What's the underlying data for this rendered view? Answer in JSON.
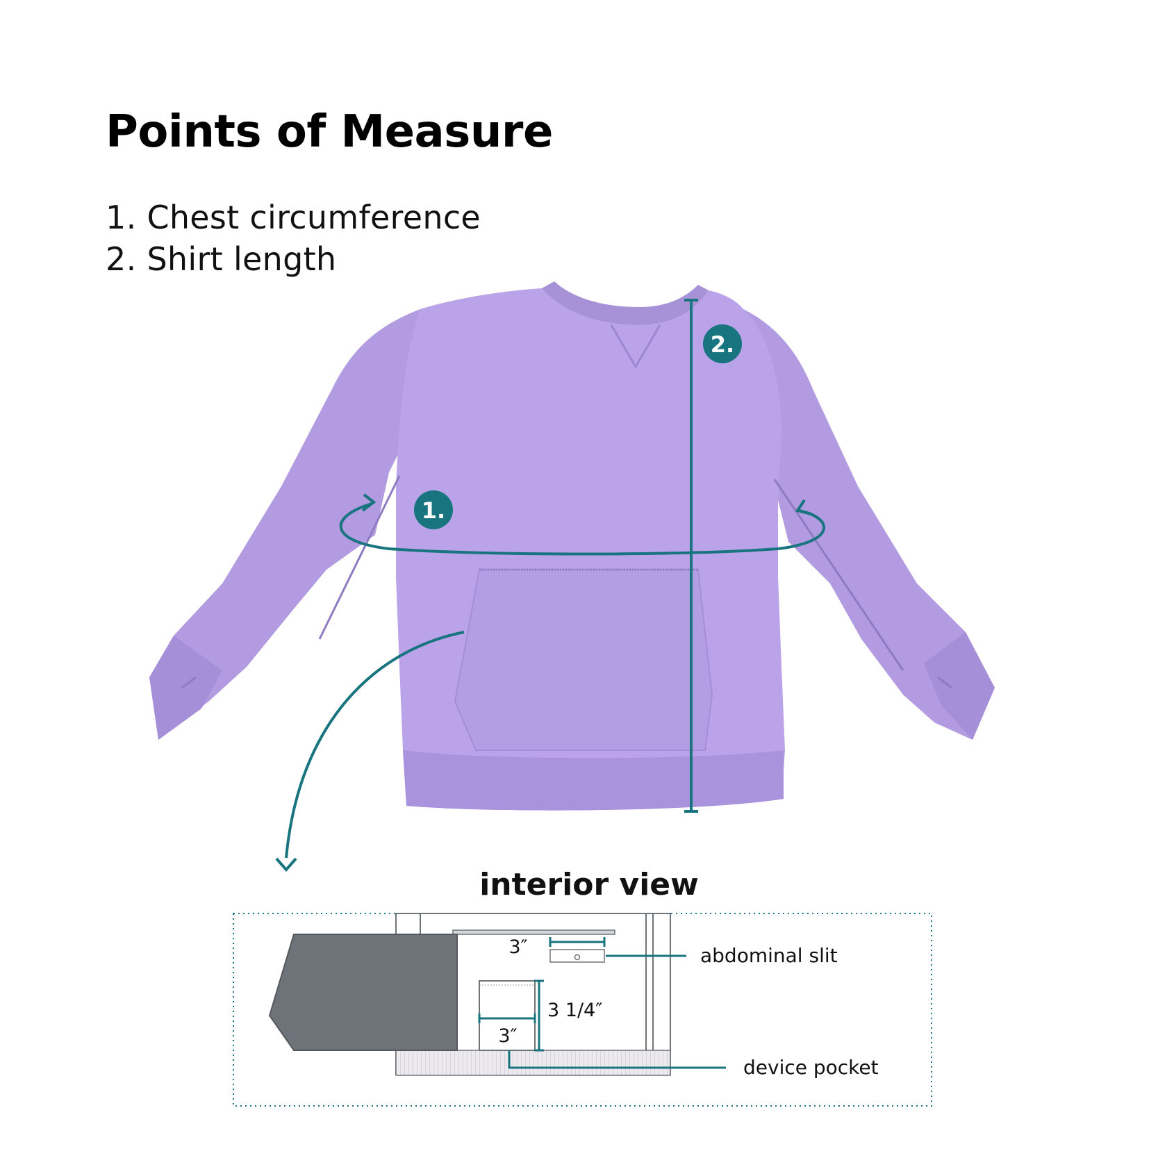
{
  "title": "Points of Measure",
  "points": [
    {
      "number": "1.",
      "text": "Chest circumference",
      "marker": "1."
    },
    {
      "number": "2.",
      "text": "Shirt length",
      "marker": "2."
    }
  ],
  "interior": {
    "heading": "interior view",
    "slit_width": "3″",
    "pocket_width": "3″",
    "pocket_height": "3 1/4″",
    "abdominal_slit_label": "abdominal slit",
    "device_pocket_label": "device pocket"
  },
  "colors": {
    "teal": "#18747f",
    "garment": "#b8a0e6",
    "pocket_grey": "#6e737a"
  },
  "icons": [
    "sweatshirt-illustration",
    "arrow-down-icon"
  ]
}
